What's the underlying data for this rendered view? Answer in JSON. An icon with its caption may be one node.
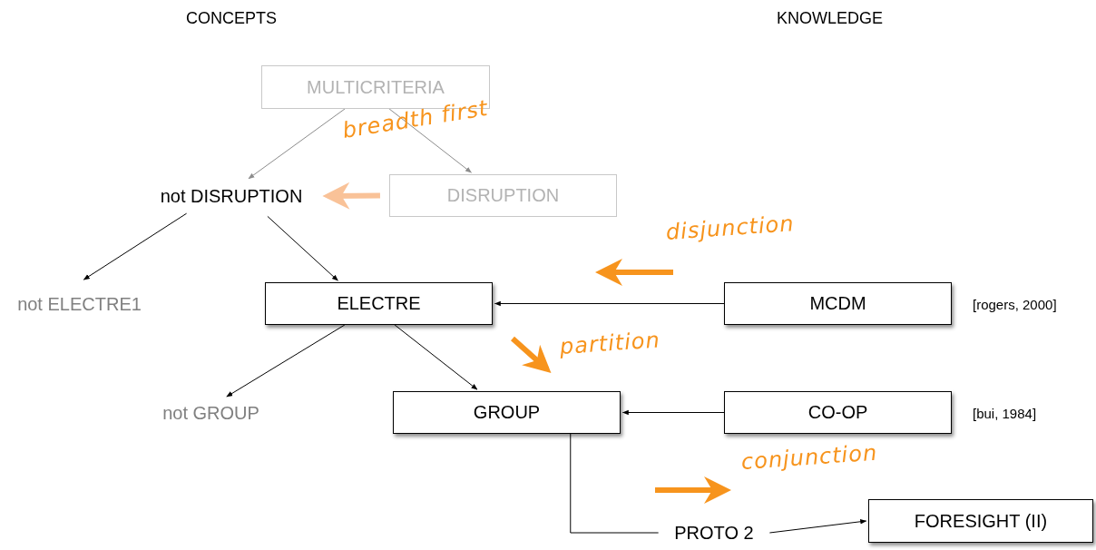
{
  "diagram": {
    "nodes": [
      {
        "text": [
          "MULTICRITERIA"
        ]
      },
      {
        "text": [
          "not DISRUPTION"
        ]
      },
      {
        "text": [
          "DISRUPTION"
        ]
      },
      {
        "text": [
          "not ELECTRE1"
        ]
      },
      {
        "text": [
          "ELECTRE"
        ]
      },
      {
        "text": [
          "MCDM"
        ],
        "beside": [
          "[rogers, 2000]"
        ]
      },
      {
        "text": [
          "not GROUP"
        ]
      },
      {
        "text": [
          "GROUP"
        ]
      },
      {
        "text": [
          "CO-OP"
        ],
        "beside": [
          "[bui, 1984]"
        ]
      },
      {
        "text": [
          "PROTO 2"
        ]
      },
      {
        "text": [
          "FORESIGHT (II)"
        ]
      }
    ],
    "edges": [
      {
        "from": 0,
        "to": 1,
        "arrow": "to",
        "color": "#8c8c8c"
      },
      {
        "from": 0,
        "to": 2,
        "arrow": "to",
        "color": "#8c8c8c"
      },
      {
        "from": 2,
        "to": 1,
        "arrow": "to",
        "style": "thick",
        "color": "#f9c298"
      },
      {
        "from": 1,
        "to": 3,
        "arrow": "to"
      },
      {
        "from": 1,
        "to": 4,
        "arrow": "to"
      },
      {
        "from": 5,
        "to": 4,
        "arrow": "to"
      },
      {
        "from": 4,
        "to": 6,
        "arrow": "to"
      },
      {
        "from": 4,
        "to": 7,
        "arrow": "to"
      },
      {
        "from": 8,
        "to": 7,
        "arrow": "to"
      },
      {
        "from": 7,
        "to": 9,
        "arrow": "none"
      },
      {
        "from": 9,
        "to": 10,
        "arrow": "to"
      }
    ],
    "labels": [
      "CONCEPTS",
      "KNOWLEDGE",
      "breadth first",
      "disjunction",
      "partition",
      "conjunction"
    ]
  }
}
